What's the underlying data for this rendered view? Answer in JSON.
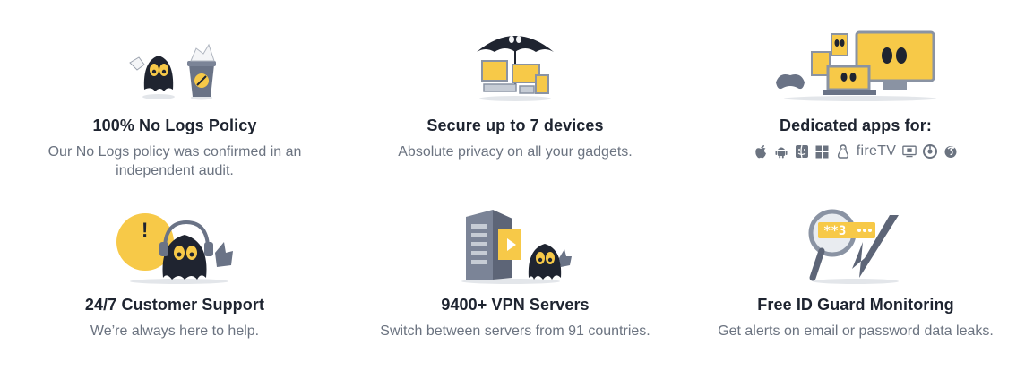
{
  "features": [
    {
      "title": "100% No Logs Policy",
      "desc": "Our No Logs policy was confirmed in an independent audit."
    },
    {
      "title": "Secure up to 7 devices",
      "desc": "Absolute privacy on all your gadgets."
    },
    {
      "title": "Dedicated apps for:",
      "platforms": [
        "apple-icon",
        "android-icon",
        "finder-icon",
        "windows-icon",
        "linux-icon",
        "fire-tv",
        "smart-tv-icon",
        "chrome-icon",
        "firefox-icon"
      ],
      "fire_tv_label": "fireTV"
    },
    {
      "title": "24/7 Customer Support",
      "desc": "We’re always here to help."
    },
    {
      "title": "9400+ VPN Servers",
      "desc": "Switch between servers from 91 countries."
    },
    {
      "title": "Free ID Guard Monitoring",
      "desc": "Get alerts on email or password data leaks.",
      "password_mask": "**3"
    }
  ],
  "colors": {
    "accent_yellow": "#f7c948",
    "dark_ghost": "#1f2430",
    "title": "#1e2430",
    "muted": "#6b7380",
    "device_gray": "#8a93a3"
  }
}
